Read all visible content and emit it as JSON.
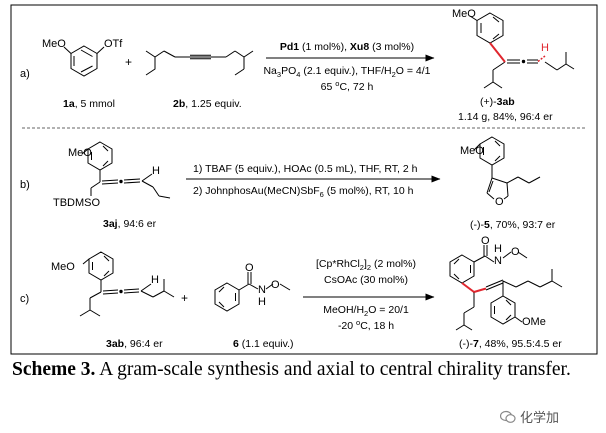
{
  "scheme": {
    "a": {
      "label": "a)",
      "sm1": {
        "substituent_ome": "MeO",
        "substituent_otf": "OTf",
        "name": "1a",
        "amount": ", 5 mmol"
      },
      "sm2": {
        "name": "2b",
        "amount": ", 1.25 equiv."
      },
      "plus": "+",
      "cond1_pd": "Pd1",
      "cond1_pd_amt": " (1 mol%), ",
      "cond1_xu": "Xu8",
      "cond1_xu_amt": " (3 mol%)",
      "cond2_a": "Na",
      "cond2_sub3": "3",
      "cond2_b": "PO",
      "cond2_sub4": "4",
      "cond2_c": " (2.1 equiv.), THF/H",
      "cond2_sub2": "2",
      "cond2_d": "O = 4/1",
      "cond3_a": "65 ",
      "cond3_sup": "o",
      "cond3_b": "C, 72 h",
      "product": {
        "ome": "MeO",
        "h": "H",
        "prefix": "(+)-",
        "name": "3ab",
        "result": "1.14 g, 84%, 96:4 er"
      }
    },
    "b": {
      "label": "b)",
      "sm": {
        "ome": "MeO",
        "h": "H",
        "protect": "TBDMSO",
        "name": "3aj",
        "er": ", 94:6 er"
      },
      "cond1": "1) TBAF (5 equiv.), HOAc (0.5 mL), THF, RT, 2 h",
      "cond2_a": "2) JohnphosAu(MeCN)SbF",
      "cond2_sub": "6",
      "cond2_b": " (5 mol%), RT, 10 h",
      "product": {
        "ome": "MeO",
        "o": "O",
        "prefix": "(-)-",
        "name": "5",
        "result": ", 70%, 93:7 er"
      }
    },
    "c": {
      "label": "c)",
      "sm1": {
        "ome": "MeO",
        "h": "H",
        "name": "3ab",
        "er": ", 96:4 er"
      },
      "plus": "+",
      "sm2": {
        "o": "O",
        "n": "N",
        "h": "H",
        "o2": "O",
        "name": "6",
        "amount": " (1.1 equiv.)"
      },
      "cond1_a": "[Cp*RhCl",
      "cond1_sub1": "2",
      "cond1_b": "]",
      "cond1_sub2": "2",
      "cond1_c": " (2 mol%)",
      "cond2": "CsOAc (30 mol%)",
      "cond3_a": "MeOH/H",
      "cond3_sub": "2",
      "cond3_b": "O = 20/1",
      "cond4_a": "-20 ",
      "cond4_sup": "o",
      "cond4_b": "C, 18 h",
      "product": {
        "o": "O",
        "n": "N",
        "h": "H",
        "o2": "O",
        "ome": "OMe",
        "prefix": "(-)-",
        "name": "7",
        "result": ", 48%, 95.5:4.5 er"
      }
    }
  },
  "caption": {
    "bold": "Scheme 3.",
    "text": " A gram-scale synthesis and axial to central chirality transfer."
  },
  "watermark": {
    "text": "化学加"
  },
  "colors": {
    "bond": "#000000",
    "highlight": "#e0262e",
    "frame": "#000000",
    "divider": "#666666"
  }
}
